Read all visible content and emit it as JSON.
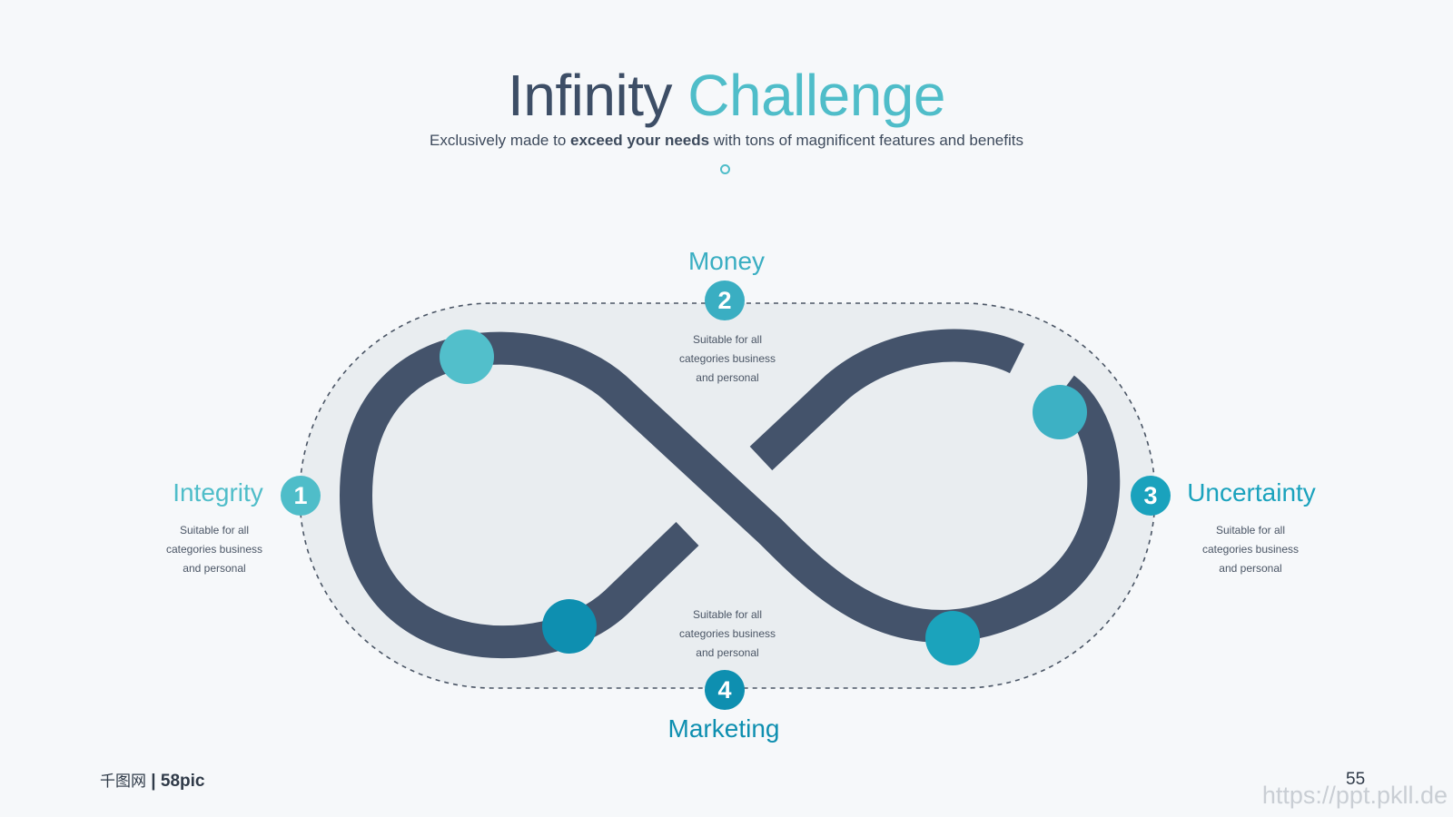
{
  "title": {
    "part1": "Infinity",
    "part2": "Challenge"
  },
  "subtitle": {
    "prefix": "Exclusively made to ",
    "bold": "exceed your needs",
    "suffix": " with tons of magnificent features and benefits"
  },
  "items": [
    {
      "number": "1",
      "heading": "Integrity",
      "description": [
        "Suitable for all",
        "categories business",
        "and personal"
      ]
    },
    {
      "number": "2",
      "heading": "Money",
      "description": [
        "Suitable for all",
        "categories business",
        "and personal"
      ]
    },
    {
      "number": "3",
      "heading": "Uncertainty",
      "description": [
        "Suitable for all",
        "categories business",
        "and personal"
      ]
    },
    {
      "number": "4",
      "heading": "Marketing",
      "description": [
        "Suitable for all",
        "categories business",
        "and personal"
      ]
    }
  ],
  "colors": {
    "dark": "#44536b",
    "teal_light": "#4fbdc9",
    "teal": "#3aaec2",
    "teal_mid": "#1aa2bd",
    "teal_dark": "#0e8fb0",
    "track_fill": "#e9edf0"
  },
  "footer": {
    "logo_cn": "千图网",
    "logo_en": " | 58pic",
    "page": "55",
    "watermark": "https://ppt.pkll.de"
  }
}
